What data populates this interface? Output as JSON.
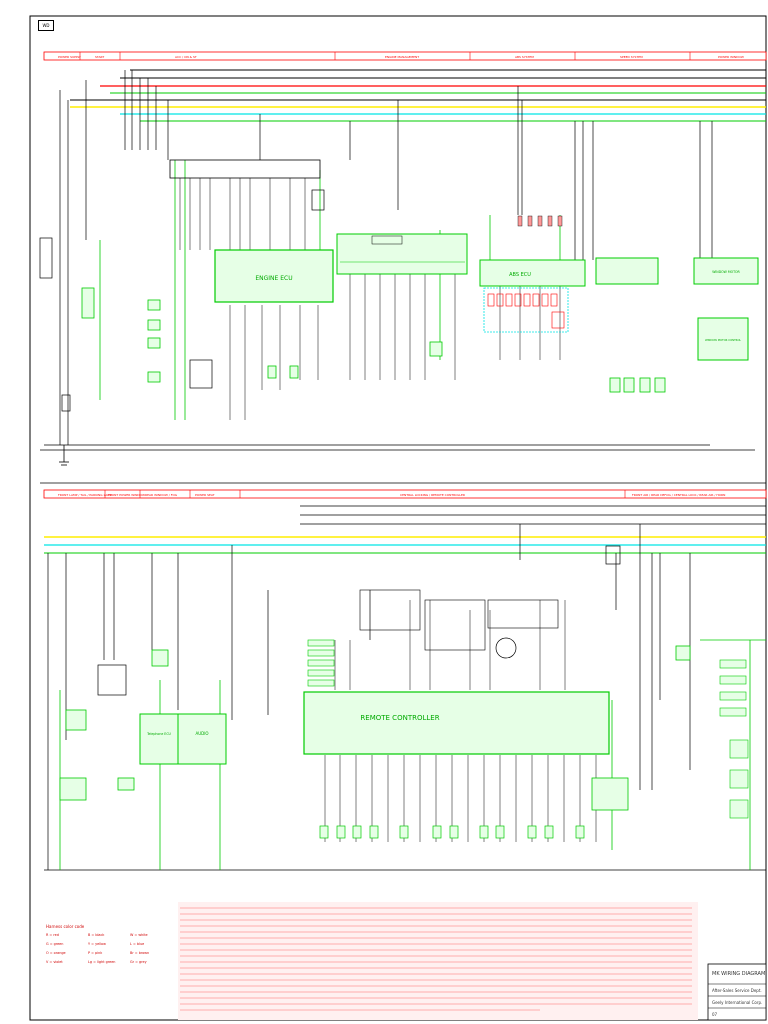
{
  "sheet": {
    "corner_tag": "WD",
    "title_block": {
      "title": "MK WIRING DIAGRAM",
      "department": "After-Sales Service Dept.",
      "sub": "Geely International Corp.",
      "page": "07"
    }
  },
  "upper_section": {
    "header_bands": [
      "POWER SUPPLY",
      "START",
      "ACC / ON & ST",
      "ENGINE MANAGEMENT",
      "ABS SYSTEM",
      "SPEED SYSTEM",
      "POWER WINDOW"
    ],
    "modules": {
      "engine_ecu": "ENGINE ECU",
      "abs_ecu": "ABS ECU",
      "window_motor": "WINDOW MOTOR",
      "window_motor_control": "WINDOW MOTOR CONTROL"
    }
  },
  "lower_section": {
    "header_bands": [
      "FRONT LAMP / TAIL / PARKING LAMP",
      "FRONT POWER WINDOW",
      "REAR WINDOW / FOG",
      "POWER SEAT",
      "CENTRAL LOCKING / REMOTE CONTROLLER",
      "FRONT AIR / REAR DEFOG / CENTRAL LOCK / REAR AIR / HORN"
    ],
    "modules": {
      "remote_controller": "REMOTE CONTROLLER",
      "telephone_ecu": "Telephone ECU",
      "audio": "AUDIO"
    }
  },
  "legend": {
    "heading": "Harness color code",
    "colors": [
      {
        "code": "R",
        "name": "red"
      },
      {
        "code": "B",
        "name": "black"
      },
      {
        "code": "W",
        "name": "white"
      },
      {
        "code": "G",
        "name": "green"
      },
      {
        "code": "Y",
        "name": "yellow"
      },
      {
        "code": "L",
        "name": "blue"
      },
      {
        "code": "O",
        "name": "orange"
      },
      {
        "code": "P",
        "name": "pink"
      },
      {
        "code": "Br",
        "name": "brown"
      },
      {
        "code": "V",
        "name": "violet"
      },
      {
        "code": "Lg",
        "name": "light green"
      },
      {
        "code": "Gr",
        "name": "grey"
      }
    ]
  },
  "colors": {
    "wire_green": "#00cc00",
    "wire_black": "#000000",
    "wire_red": "#ff0000",
    "wire_yellow": "#ffee00",
    "wire_cyan": "#00e5e5",
    "module_fill": "#e6ffe6",
    "header_band": "#ff0000"
  }
}
